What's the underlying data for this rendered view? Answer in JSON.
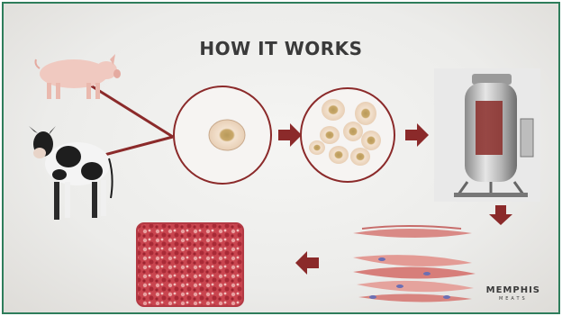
{
  "title": "HOW IT WORKS",
  "brand": {
    "line1": "MEMPHIS",
    "line2": "MEATS"
  },
  "colors": {
    "accent": "#8b2a2a",
    "frame": "#2e7d5b"
  },
  "icons": [
    "pig-image",
    "cow-image",
    "single-cell-circle",
    "cell-culture-circle",
    "bioreactor-image",
    "muscle-tissue-image",
    "ground-meat-image",
    "arrow-right-icon",
    "arrow-down-icon",
    "arrow-left-icon"
  ]
}
